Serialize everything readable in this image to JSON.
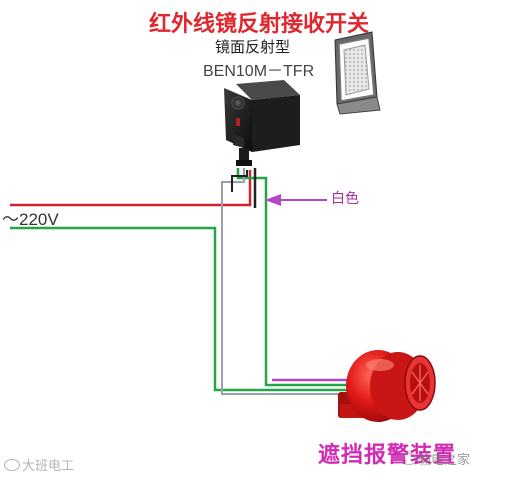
{
  "title": "红外线镜反射接收开关",
  "subtitle": "镜面反射型",
  "model": "BEN10M－TFR",
  "voltage_label": "～220V",
  "wire_color_label": "白色",
  "alarm_label": "遮挡报警装置",
  "watermark_left": "大班电工",
  "watermark_right": "输电之家",
  "colors": {
    "title": "#e0262e",
    "red_wire": "#d0232e",
    "green_wire": "#22a646",
    "white_wire": "#9aa0a6",
    "black_wire": "#222222",
    "purple_arrow": "#b844c8",
    "alarm_body": "#d81b1b"
  },
  "icons": [
    "sensor-device",
    "reflector-mirror",
    "alarm-siren",
    "arrow-icon"
  ]
}
